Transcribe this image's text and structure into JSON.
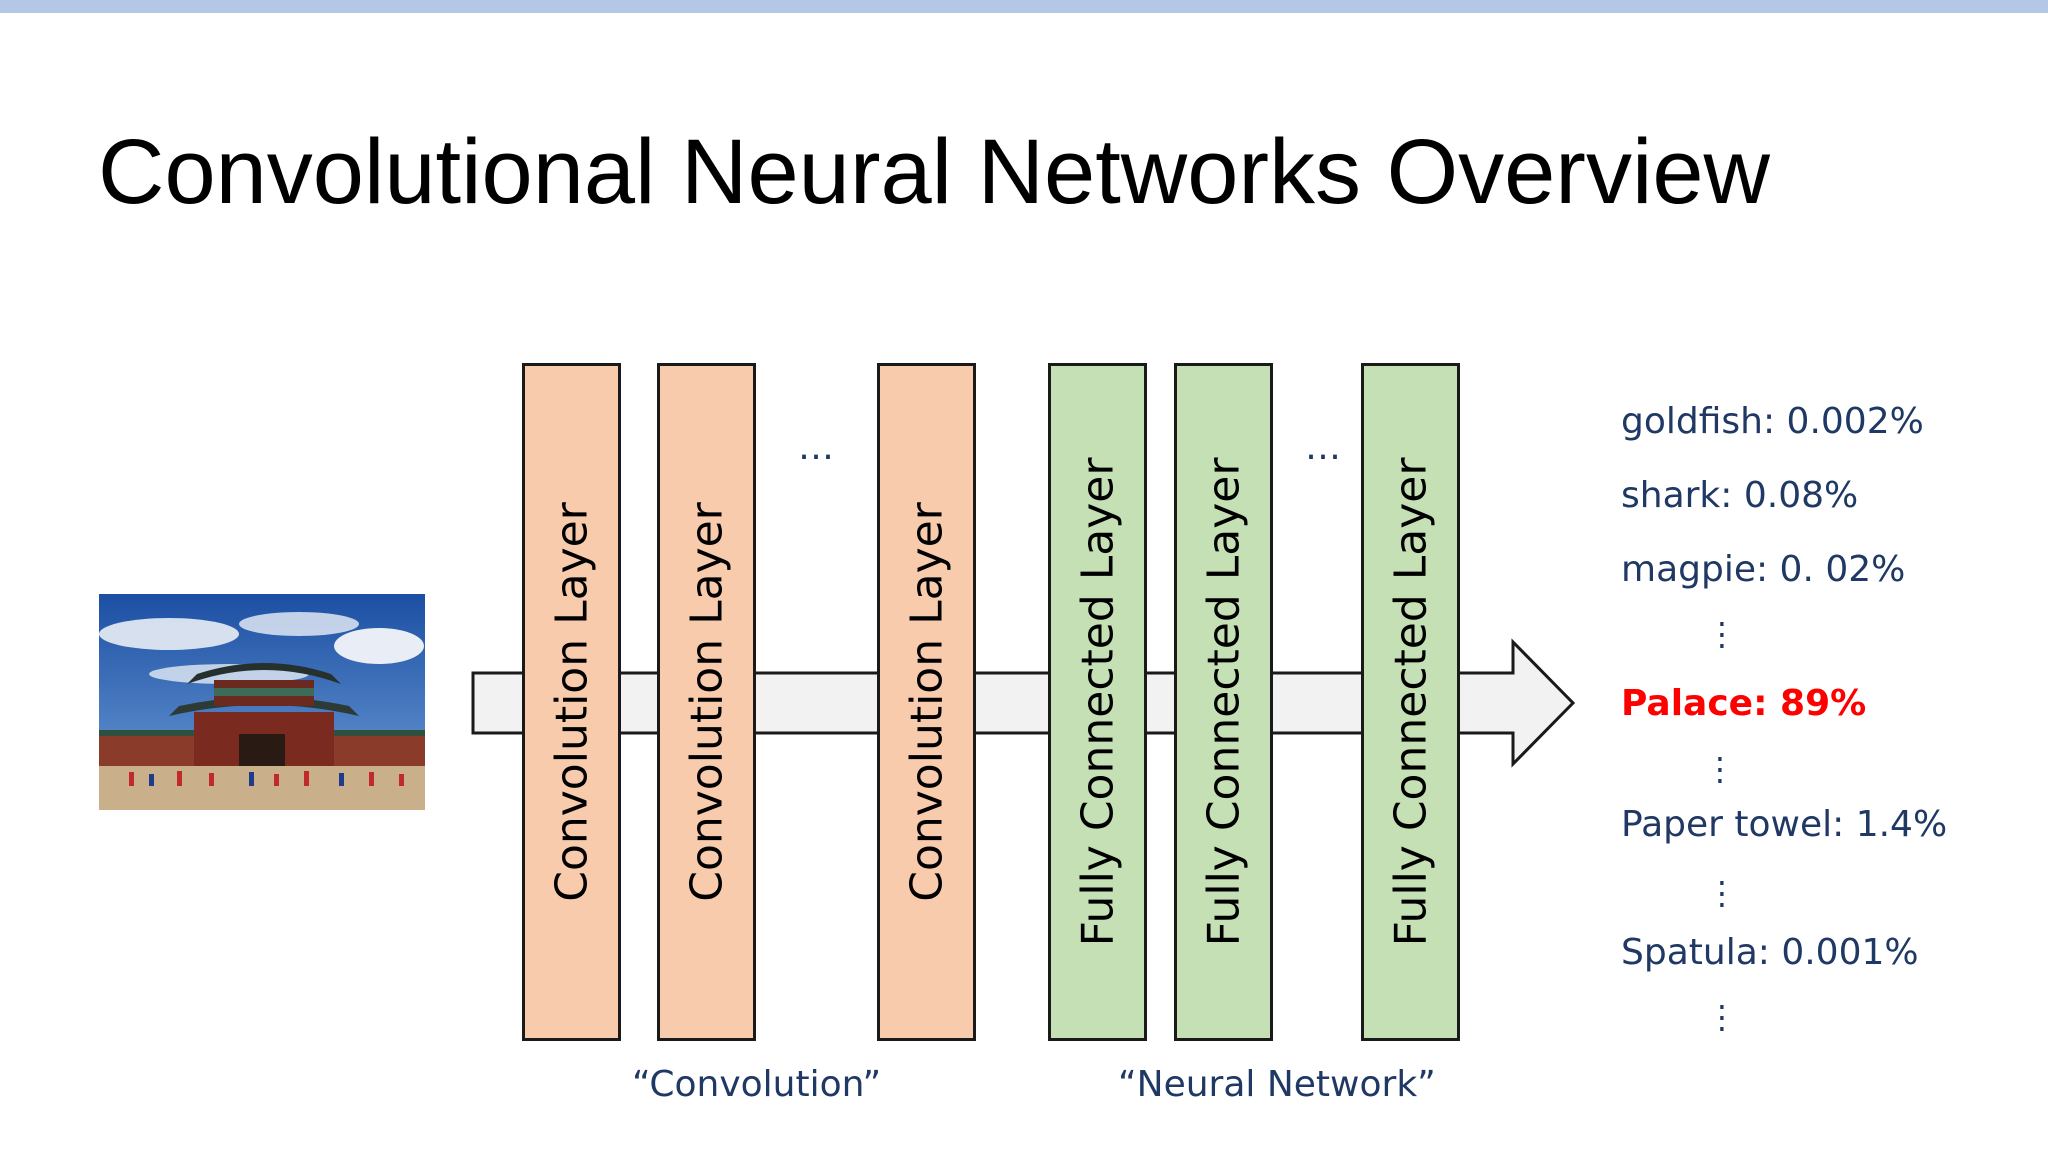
{
  "title": "Convolutional Neural Networks Overview",
  "colors": {
    "top_bar": "#b4c7e7",
    "conv_fill": "#f8cbad",
    "fc_fill": "#c5e0b4",
    "arrow_fill": "#f2f2f2",
    "text_blue": "#1f3864",
    "highlight_red": "#ff0000"
  },
  "layers": [
    {
      "label": "Convolution Layer",
      "kind": "conv"
    },
    {
      "label": "Convolution Layer",
      "kind": "conv"
    },
    {
      "label": "Convolution Layer",
      "kind": "conv"
    },
    {
      "label": "Fully Connected Layer",
      "kind": "fc"
    },
    {
      "label": "Fully Connected Layer",
      "kind": "fc"
    },
    {
      "label": "Fully Connected Layer",
      "kind": "fc"
    }
  ],
  "ellipsis": "…",
  "vdots": "⋮",
  "captions": {
    "convolution": "“Convolution”",
    "neural_network": "“Neural Network”"
  },
  "predictions": [
    {
      "label": "goldfish: 0.002%",
      "highlight": false
    },
    {
      "label": "shark: 0.08%",
      "highlight": false
    },
    {
      "label": "magpie: 0. 02%",
      "highlight": false
    },
    {
      "label": "Palace: 89%",
      "highlight": true
    },
    {
      "label": "Paper towel: 1.4%",
      "highlight": false
    },
    {
      "label": "Spatula: 0.001%",
      "highlight": false
    }
  ]
}
